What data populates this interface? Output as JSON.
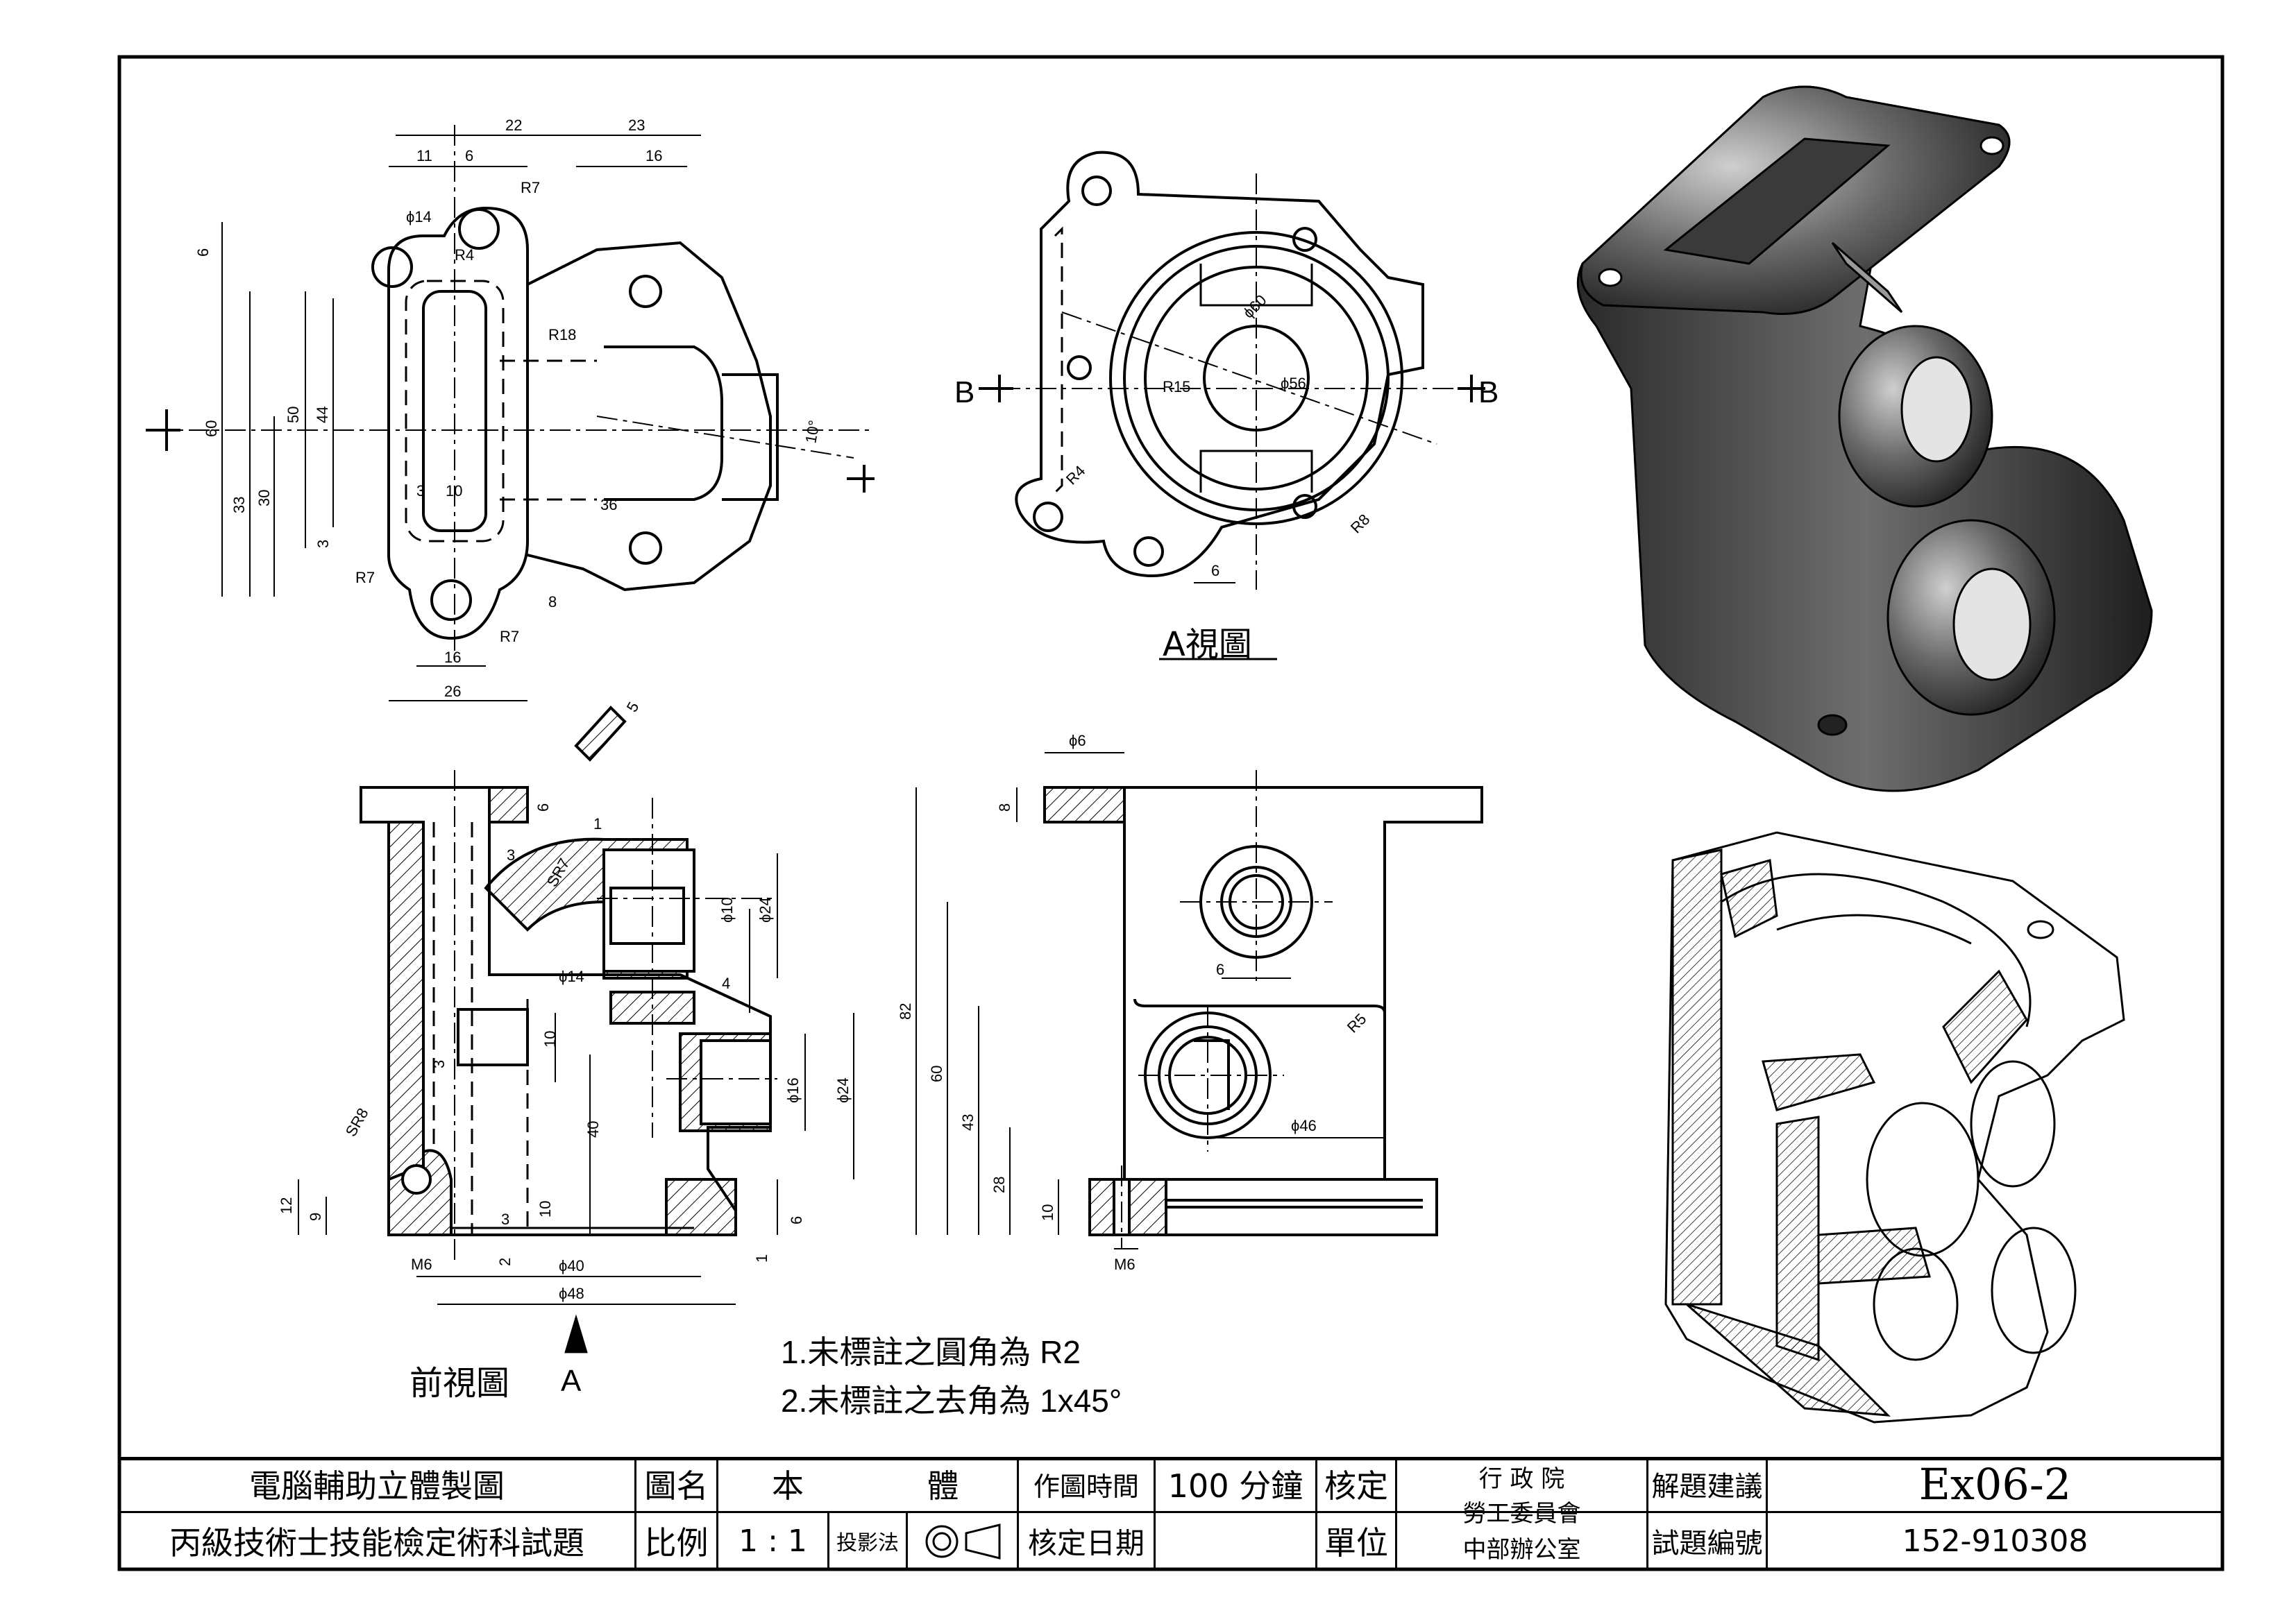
{
  "views": {
    "top_dims": [
      "22",
      "23",
      "11",
      "6",
      "16",
      "R7",
      "ϕ14",
      "R4",
      "R18",
      "50",
      "44",
      "60",
      "33",
      "30",
      "6",
      "3",
      "3",
      "10",
      "36",
      "R7",
      "R7",
      "8",
      "16",
      "26",
      "10°"
    ],
    "a_view": {
      "title": "A視圖",
      "section_left": "B",
      "section_right": "B",
      "dims": [
        "ϕ60",
        "ϕ56",
        "R15",
        "R4",
        "R8",
        "6"
      ]
    },
    "front": {
      "title": "前視圖",
      "arrow_label": "A",
      "dims": [
        "6",
        "1",
        "3",
        "SR7",
        "ϕ10",
        "ϕ24",
        "ϕ14",
        "4",
        "3",
        "10",
        "ϕ16",
        "ϕ24",
        "40",
        "SR8",
        "12",
        "9",
        "3",
        "10",
        "6",
        "1",
        "M6",
        "2",
        "ϕ40",
        "ϕ48",
        "5"
      ]
    },
    "section": {
      "dims": [
        "ϕ6",
        "8",
        "82",
        "60",
        "43",
        "28",
        "10",
        "6",
        "R5",
        "ϕ46",
        "M6"
      ]
    }
  },
  "notes": [
    "1.未標註之圓角為 R2",
    "2.未標註之去角為 1x45°"
  ],
  "title_block": {
    "title_line1": "電腦輔助立體製圖",
    "title_line2": "丙級技術士技能檢定術科試題",
    "name_label": "圖名",
    "name_value_1": "本",
    "name_value_2": "體",
    "time_label": "作圖時間",
    "time_value": "100 分鐘",
    "approve_label": "核定",
    "unit_label": "單位",
    "org_line1": "行 政 院",
    "org_line2": "勞工委員會",
    "org_line3": "中部辦公室",
    "advice_label": "解題建議",
    "advice_value": "Ex06-2",
    "scale_label": "比例",
    "scale_value": "1 : 1",
    "projection_label": "投影法",
    "date_label": "核定日期",
    "code_label": "試題編號",
    "code_value": "152-910308"
  }
}
